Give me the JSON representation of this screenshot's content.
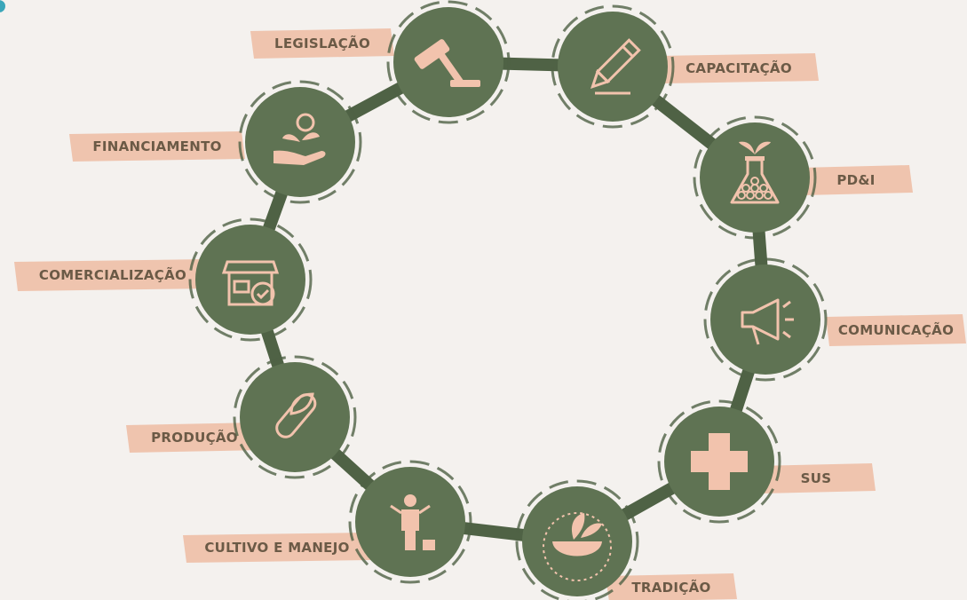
{
  "diagram": {
    "colors": {
      "circle": "#5f7353",
      "ring": "#4f6245",
      "icon": "#f2c3ad",
      "label_bg": "#efc4ae",
      "label_text": "#6b5a46",
      "background": "#f4f1ee"
    },
    "nodes": [
      {
        "id": "legislacao",
        "label": "LEGISLAÇÃO",
        "icon": "gavel-icon"
      },
      {
        "id": "capacitacao",
        "label": "CAPACITAÇÃO",
        "icon": "pencil-icon"
      },
      {
        "id": "pdi",
        "label": "PD&I",
        "icon": "flask-icon"
      },
      {
        "id": "comunicacao",
        "label": "COMUNICAÇÃO",
        "icon": "megaphone-icon"
      },
      {
        "id": "sus",
        "label": "SUS",
        "icon": "cross-icon"
      },
      {
        "id": "tradicao",
        "label": "TRADIÇÃO",
        "icon": "mortar-pestle-icon"
      },
      {
        "id": "cultivo",
        "label": "CULTIVO E MANEJO",
        "icon": "farmer-icon"
      },
      {
        "id": "producao",
        "label": "PRODUÇÃO",
        "icon": "capsule-leaf-icon"
      },
      {
        "id": "comercializacao",
        "label": "COMERCIALIZAÇÃO",
        "icon": "store-icon"
      },
      {
        "id": "financiamento",
        "label": "FINANCIAMENTO",
        "icon": "money-plant-icon"
      }
    ]
  }
}
